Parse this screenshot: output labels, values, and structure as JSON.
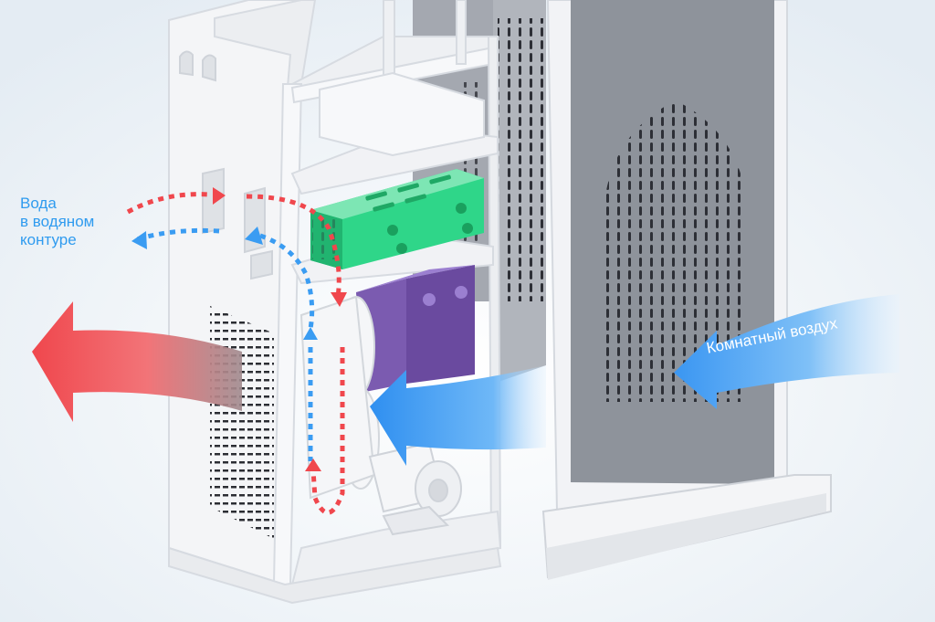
{
  "labels": {
    "water_line1": "Вода",
    "water_line2": "в водяном",
    "water_line3": "контуре",
    "room_air": "Комнатный воздух"
  },
  "colors": {
    "background": "#eef3f7",
    "hot": "#f0474d",
    "cold": "#3a9cf2",
    "housing": "#f2f3f5",
    "panel": "#8e939b",
    "module_green": "#2fd689",
    "module_purple": "#7b5bb0"
  }
}
